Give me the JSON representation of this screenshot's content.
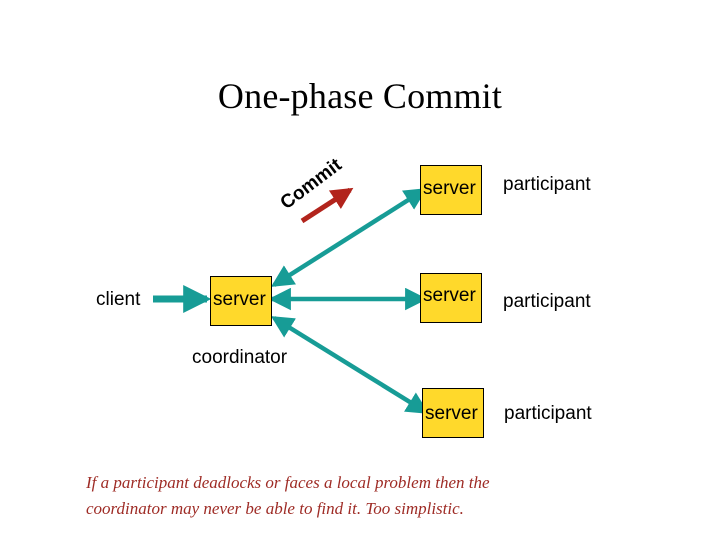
{
  "slide": {
    "title": "One-phase Commit",
    "background_color": "#FFFFFF"
  },
  "colors": {
    "node_fill": "#FFD92B",
    "node_border": "#000000",
    "connector": "#179C96",
    "commit_arrow": "#B2241C",
    "caption_text": "#9E2B25",
    "label_text": "#000000"
  },
  "diagram": {
    "client": {
      "label": "client"
    },
    "coordinator": {
      "box_label": "server",
      "role_label": "coordinator"
    },
    "participants": [
      {
        "box_label": "server",
        "role_label": "participant"
      },
      {
        "box_label": "server",
        "role_label": "participant"
      },
      {
        "box_label": "server",
        "role_label": "participant"
      }
    ],
    "annotation": {
      "text": "Commit",
      "arrow_color": "#B2241C",
      "rotation_degrees": -37
    },
    "connectors": [
      {
        "name": "client-to-coordinator",
        "from": "client",
        "to": "coordinator",
        "heads": "single"
      },
      {
        "name": "coordinator-to-participant-1",
        "from": "coordinator",
        "to": "participant-1",
        "heads": "double"
      },
      {
        "name": "coordinator-to-participant-2",
        "from": "coordinator",
        "to": "participant-2",
        "heads": "double"
      },
      {
        "name": "coordinator-to-participant-3",
        "from": "coordinator",
        "to": "participant-3",
        "heads": "double"
      }
    ]
  },
  "caption": {
    "line1": "If a participant deadlocks or faces a local problem then the",
    "line2": "coordinator may never be able to find it. Too simplistic."
  }
}
